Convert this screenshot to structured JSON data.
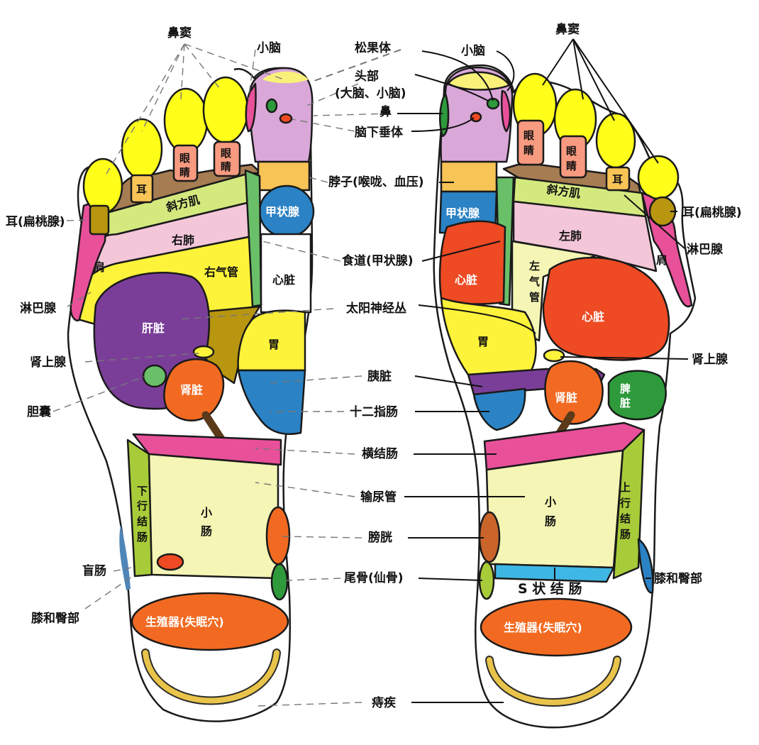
{
  "colors": {
    "toe_yellow": "#ffff1a",
    "pale_yellow": "#f9f07a",
    "lilac": "#d9a8d8",
    "brown": "#a67c52",
    "olive": "#b8960f",
    "salmon": "#f79a80",
    "lime": "#d3e97e",
    "pink_lung": "#f3c6d8",
    "magenta": "#e8509a",
    "green": "#6abf69",
    "dark_green": "#2e9a3c",
    "blue": "#2b82c4",
    "orange": "#f26a21",
    "red": "#ee4a23",
    "purple": "#7a3e98",
    "cream": "#f5f5b5",
    "light_orange": "#f9c456",
    "yellow": "#fdf33a",
    "steel_blue": "#4f86b8",
    "gold": "#e9c44b",
    "outline": "#1a1a1a"
  },
  "labels": {
    "sinus": "鼻窦",
    "cerebellum": "小脑",
    "pineal": "松果体",
    "head": "头部",
    "head_sub": "(大脑、小脑)",
    "nose": "鼻",
    "pituitary": "脑下垂体",
    "neck": "脖子(喉咙、血压)",
    "ear_tonsil": "耳(扁桃腺)",
    "esophagus": "食道(甲状腺)",
    "lymph": "淋巴腺",
    "solar_plexus": "太阳神经丛",
    "adrenal": "肾上腺",
    "pancreas": "胰脏",
    "gallbladder": "胆囊",
    "duodenum": "十二指肠",
    "transverse_colon": "横结肠",
    "ureter": "输尿管",
    "bladder": "膀胱",
    "cecum": "盲肠",
    "coccyx": "尾骨(仙骨)",
    "knee_hip": "膝和臀部",
    "hemorrhoids": "痔疾"
  },
  "regions": {
    "ear": "耳",
    "eye1": "眼",
    "eye2": "睛",
    "trapezius": "斜方肌",
    "right_lung": "右肺",
    "left_lung": "左肺",
    "shoulder": "肩",
    "right_bronchus": "右气管",
    "left_bronchus_1": "左",
    "left_bronchus_2": "气",
    "left_bronchus_3": "管",
    "thyroid": "甲状腺",
    "heart": "心脏",
    "liver": "肝脏",
    "stomach": "胃",
    "kidney": "肾脏",
    "spleen_1": "脾",
    "spleen_2": "脏",
    "small_int_1": "小",
    "small_int_2": "肠",
    "desc_colon_1": "下",
    "desc_colon_2": "行",
    "desc_colon_3": "结",
    "desc_colon_4": "肠",
    "asc_colon_1": "上",
    "asc_colon_2": "行",
    "asc_colon_3": "结",
    "asc_colon_4": "肠",
    "sigmoid": "S 状 结 肠",
    "genital": "生殖器(失眠穴)"
  }
}
